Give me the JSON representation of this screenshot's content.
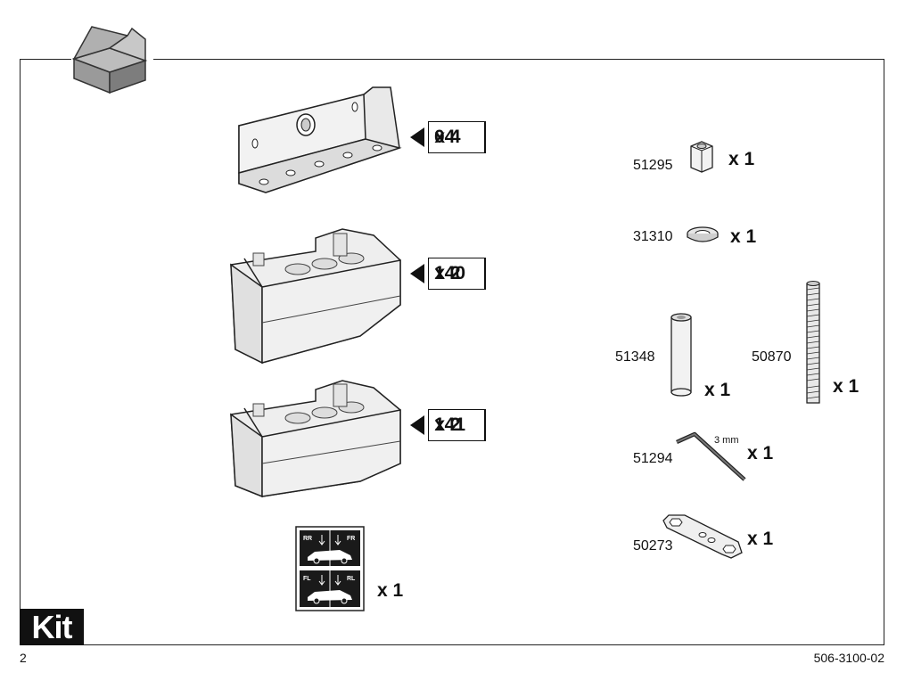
{
  "footer": {
    "page_number": "2",
    "document_number": "506-3100-02"
  },
  "kit_badge": "Kit",
  "left_parts": [
    {
      "code": "04",
      "qty": "x 4"
    },
    {
      "code": "140",
      "qty": "x 2"
    },
    {
      "code": "141",
      "qty": "x 2"
    }
  ],
  "sticker_sheet": {
    "labels": [
      "RR",
      "FR",
      "FL",
      "RL"
    ],
    "qty": "x 1"
  },
  "right_parts": [
    {
      "part_no": "51295",
      "qty": "x 1"
    },
    {
      "part_no": "31310",
      "qty": "x 1"
    },
    {
      "part_no": "51348",
      "qty": "x 1"
    },
    {
      "part_no": "50870",
      "qty": "x 1"
    },
    {
      "part_no": "51294",
      "qty": "x 1",
      "dimension": "3 mm"
    },
    {
      "part_no": "50273",
      "qty": "x 1"
    }
  ]
}
